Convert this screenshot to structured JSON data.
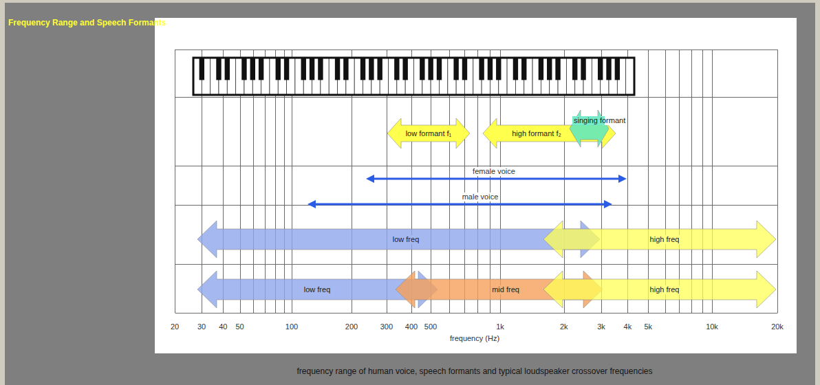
{
  "diagram": {
    "title": "Frequency Range and Speech Formants",
    "caption": "frequency range of human voice, speech formants and typical loudspeaker crossover frequencies",
    "nodes": [
      {
        "text": [
          "low formant f₁"
        ]
      },
      {
        "text": [
          "high formant f₂"
        ]
      },
      {
        "text": [
          "singing formant"
        ]
      },
      {
        "text": [
          "low freq"
        ]
      },
      {
        "text": [
          "high freq"
        ]
      },
      {
        "text": [
          "low freq"
        ]
      },
      {
        "text": [
          "mid freq"
        ]
      },
      {
        "text": [
          "high freq"
        ]
      }
    ],
    "labels": [
      "female voice",
      "male voice",
      "20",
      "30",
      "40",
      "50",
      "100",
      "200",
      "300",
      "400",
      "500",
      "1k",
      "2k",
      "3k",
      "4k",
      "5k",
      "10k",
      "20k",
      "frequency (Hz)"
    ]
  }
}
